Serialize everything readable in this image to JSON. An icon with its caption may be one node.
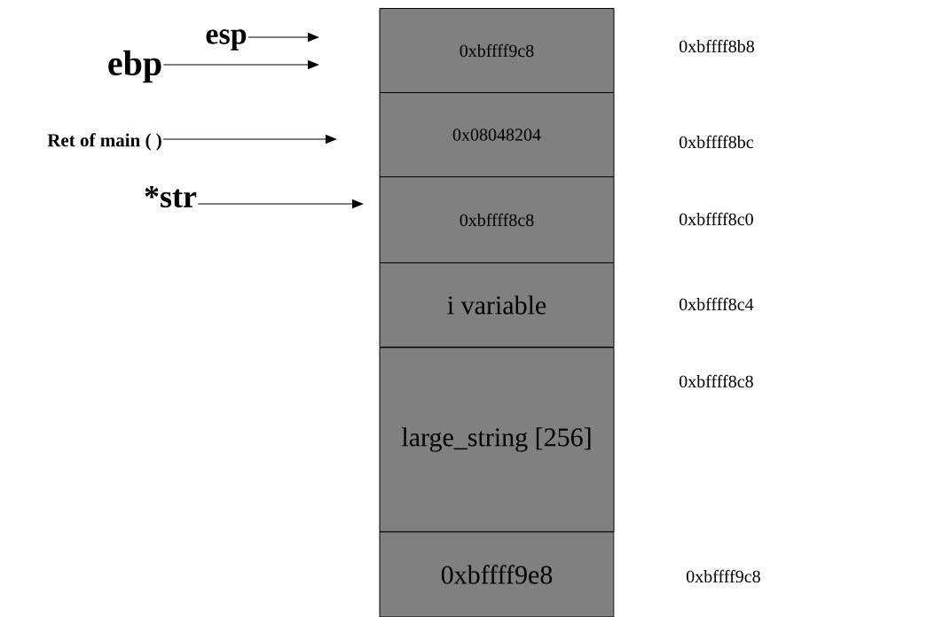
{
  "diagram": {
    "nodes": [
      {
        "text": [
          "0xbffff9c8"
        ],
        "beside": [
          "0xbffff8b8"
        ]
      },
      {
        "text": [
          "0x08048204"
        ],
        "beside": [
          "0xbffff8bc"
        ]
      },
      {
        "text": [
          "0xbffff8c8"
        ],
        "beside": [
          "0xbffff8c0"
        ]
      },
      {
        "text": [
          "i variable"
        ],
        "beside": [
          "0xbffff8c4"
        ]
      },
      {
        "text": [
          "large_string [256]"
        ],
        "beside": [
          "0xbffff8c8"
        ]
      },
      {
        "text": [
          "0xbffff9e8"
        ]
      },
      {
        "text": [
          "esp"
        ]
      },
      {
        "text": [
          "ebp"
        ]
      },
      {
        "text": [
          "Ret of main ( )"
        ]
      },
      {
        "text": [
          "*str"
        ]
      }
    ],
    "edges": [
      {
        "from": 6,
        "to": null,
        "arrow": "to"
      },
      {
        "from": 7,
        "to": null,
        "arrow": "to"
      },
      {
        "from": 8,
        "to": null,
        "arrow": "to"
      },
      {
        "from": 9,
        "to": null,
        "arrow": "to"
      }
    ],
    "labels": [
      "0xbffff9c8"
    ]
  }
}
